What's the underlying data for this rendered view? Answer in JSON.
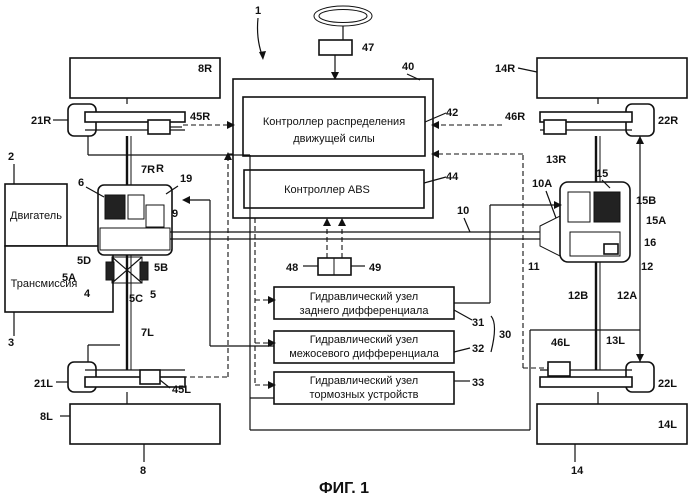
{
  "figure": {
    "caption": "ФИГ. 1"
  },
  "labels": {
    "controller_distribution_line1": "Контроллер распределения",
    "controller_distribution_line2": "движущей силы",
    "controller_abs": "Контроллер ABS",
    "engine": "Двигатель",
    "transmission": "Трансмиссия",
    "hyd_rear_line1": "Гидравлический узел",
    "hyd_rear_line2": "заднего дифференциала",
    "hyd_center_line1": "Гидравлический узел",
    "hyd_center_line2": "межосевого дифференциала",
    "hyd_brake_line1": "Гидравлический узел",
    "hyd_brake_line2": "тормозных устройств"
  },
  "refs": {
    "r1": "1",
    "r2": "2",
    "r3": "3",
    "r4": "4",
    "r5": "5",
    "r5A": "5A",
    "r5B": "5B",
    "r5C": "5C",
    "r5D": "5D",
    "r6": "6",
    "r7R": "7R",
    "r7L": "7L",
    "r8": "8",
    "r8R": "8R",
    "r8L": "8L",
    "r9": "9",
    "r10": "10",
    "r10A": "10A",
    "r11": "11",
    "r12": "12",
    "r12A": "12A",
    "r12B": "12B",
    "r13R": "13R",
    "r13L": "13L",
    "r14": "14",
    "r14R": "14R",
    "r14L": "14L",
    "r15": "15",
    "r15A": "15A",
    "r15B": "15B",
    "r16": "16",
    "r19": "19",
    "r21R": "21R",
    "r21L": "21L",
    "r22R": "22R",
    "r22L": "22L",
    "r30": "30",
    "r31": "31",
    "r32": "32",
    "r33": "33",
    "r40": "40",
    "r42": "42",
    "r44": "44",
    "r45R": "45R",
    "r45L": "45L",
    "r46R": "46R",
    "r46L": "46L",
    "r47": "47",
    "r48": "48",
    "r49": "49"
  }
}
